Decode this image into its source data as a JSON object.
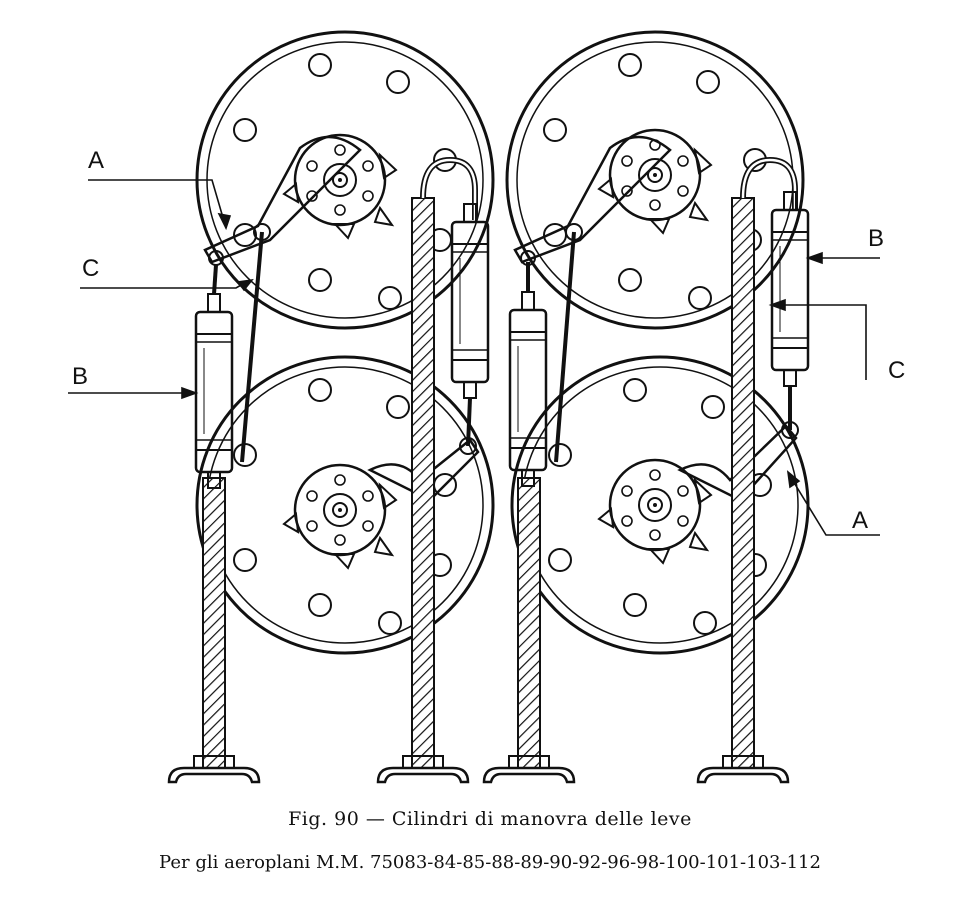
{
  "figure": {
    "callouts": {
      "a_top_left": "A",
      "c_left": "C",
      "b_left": "B",
      "b_right": "B",
      "c_right": "C",
      "a_right": "A"
    }
  },
  "caption": "Fig. 90 — Cilindri di manovra delle leve",
  "subcaption": "Per gli aeroplani M.M. 75083-84-85-88-89-90-92-96-98-100-101-103-112"
}
